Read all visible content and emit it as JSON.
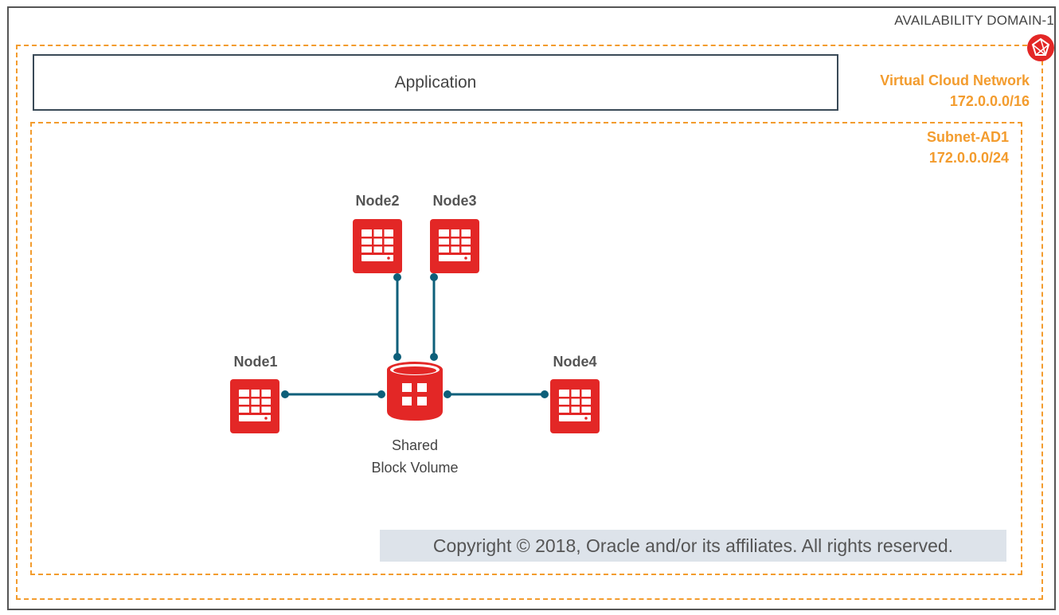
{
  "availability_domain": {
    "label": "AVAILABILITY DOMAIN-1"
  },
  "vcn": {
    "name": "Virtual Cloud Network",
    "cidr": "172.0.0.0/16",
    "icon": "vcn-router-icon"
  },
  "subnet": {
    "name": "Subnet-AD1",
    "cidr": "172.0.0.0/24"
  },
  "application": {
    "label": "Application"
  },
  "nodes": [
    {
      "label": "Node1",
      "icon": "compute-instance-icon"
    },
    {
      "label": "Node2",
      "icon": "compute-instance-icon"
    },
    {
      "label": "Node3",
      "icon": "compute-instance-icon"
    },
    {
      "label": "Node4",
      "icon": "compute-instance-icon"
    }
  ],
  "volume": {
    "line1": "Shared",
    "line2": "Block Volume",
    "icon": "block-volume-icon"
  },
  "copyright": "Copyright © 2018, Oracle and/or its affiliates. All rights reserved.",
  "colors": {
    "oracle_red": "#e32726",
    "dashed_orange": "#f39c2e",
    "connector": "#0d5f7a",
    "box_border": "#3a4a57"
  }
}
